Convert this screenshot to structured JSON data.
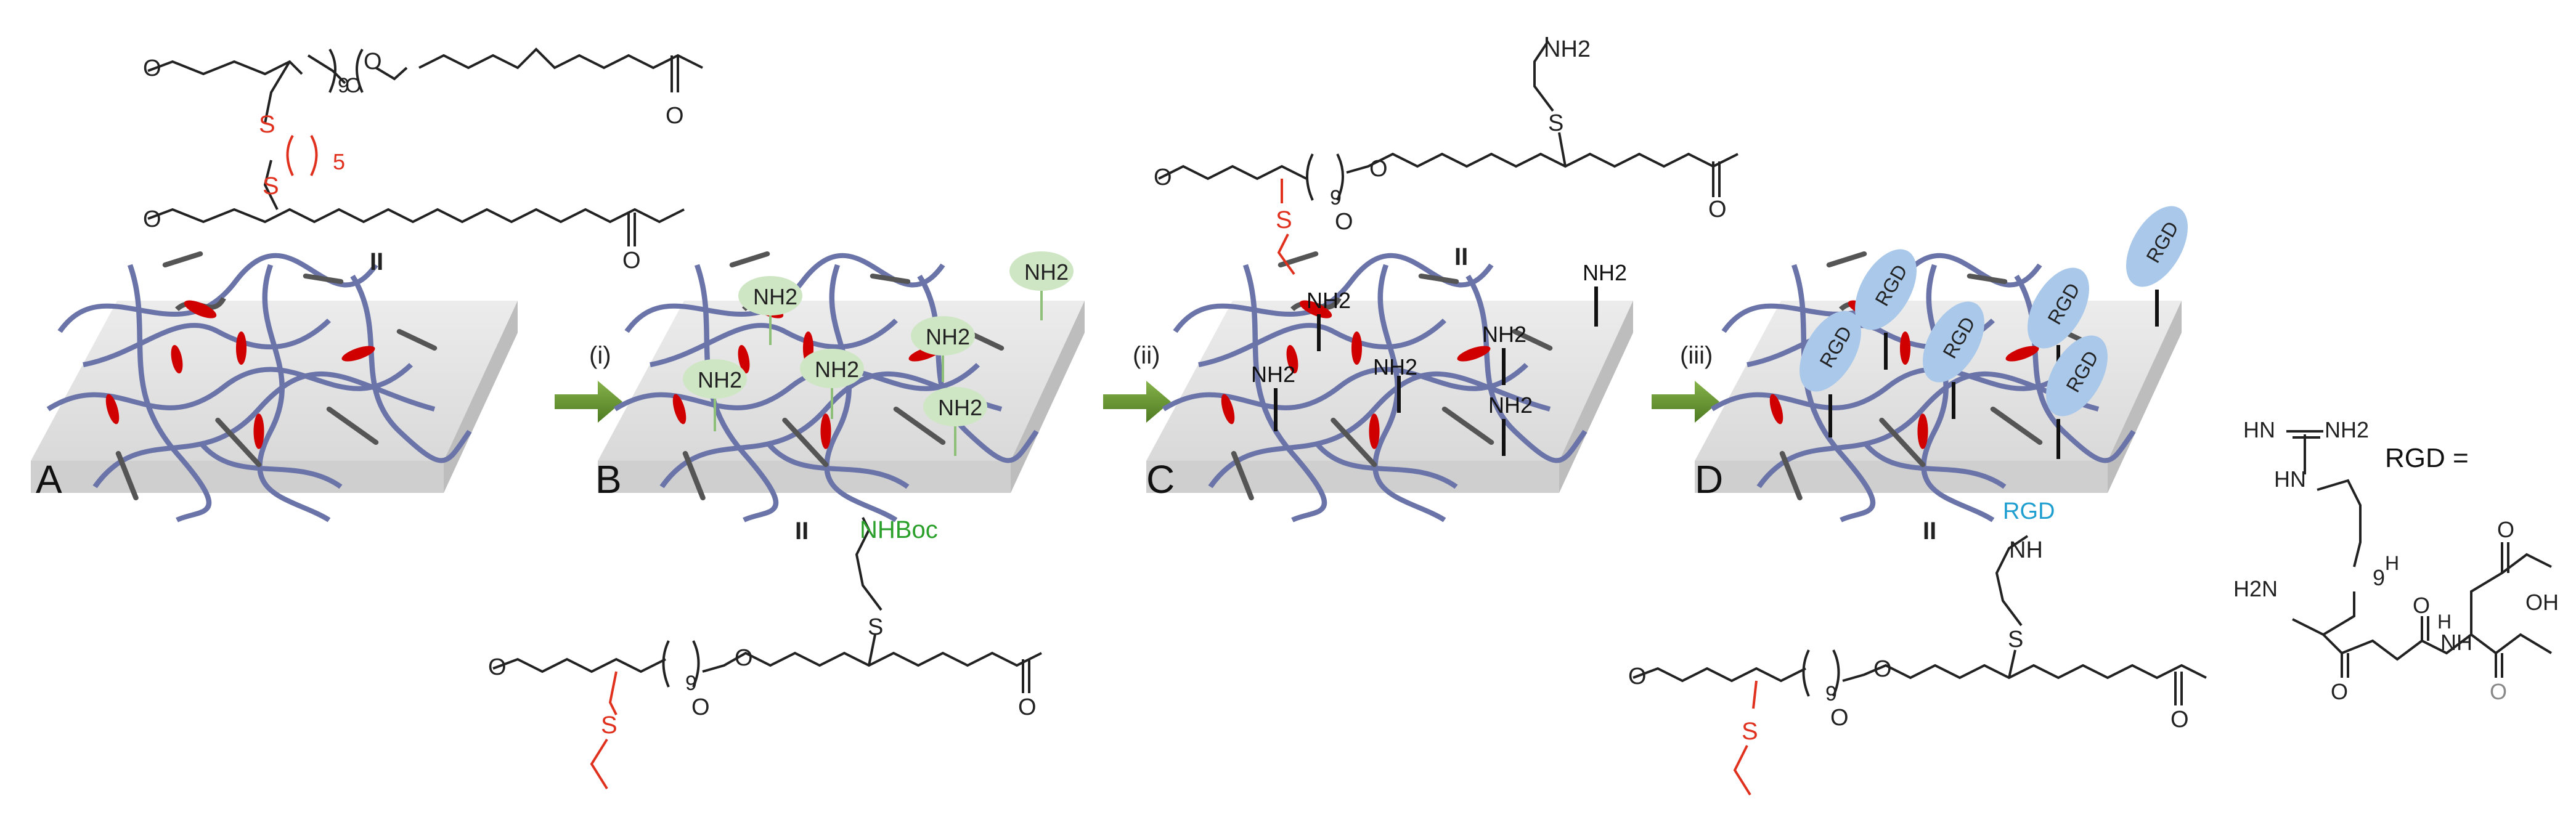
{
  "panels": [
    {
      "letter": "A"
    },
    {
      "letter": "B",
      "group": "NH2"
    },
    {
      "letter": "C",
      "group": "NH2"
    },
    {
      "letter": "D",
      "group": "RGD"
    }
  ],
  "steps": [
    "(i)",
    "(ii)",
    "(iii)"
  ],
  "structure_labels": {
    "roman": "II",
    "s": "S",
    "n5": "5",
    "n9": "9",
    "o": "O",
    "nh2": "NH2",
    "nh": "NH",
    "h": "H",
    "hn": "HN",
    "h2n": "H2N",
    "oh": "OH",
    "nhboc": "NHBoc",
    "rgd": "RGD",
    "rgd_def": "RGD ="
  },
  "colors": {
    "fiber": "#6b74a8",
    "crosslink": "#d10000",
    "nh2_bubble": "#cfe6c5",
    "rgd_ellipse": "#a9c8ea",
    "arrow": "#5f8f2e",
    "sulfur_red": "#e0301e",
    "boc_green": "#2aa02a",
    "rgd_blue": "#1e9fd0"
  }
}
